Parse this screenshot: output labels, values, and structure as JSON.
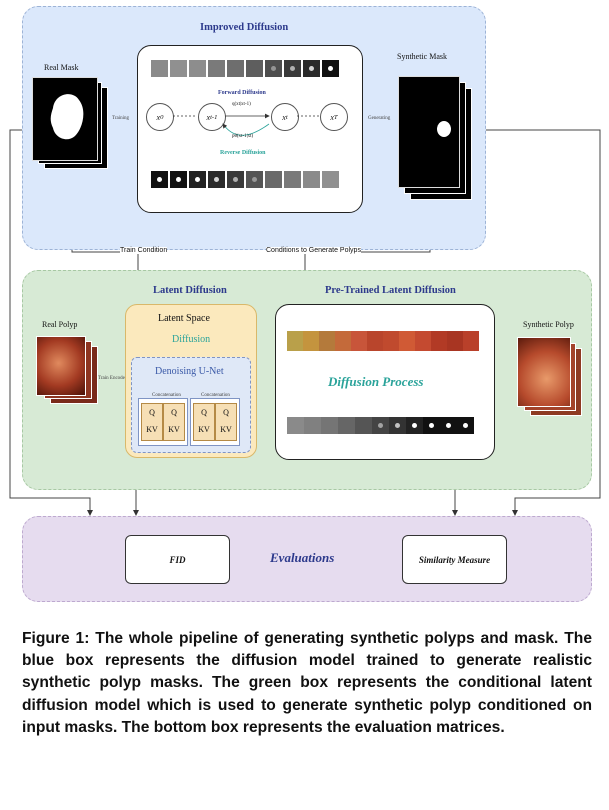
{
  "blue_panel": {
    "title": "Improved Diffusion",
    "real_mask_label": "Real Mask",
    "synthetic_mask_label": "Synthetic Mask",
    "training_label": "Training",
    "generating_label": "Generating",
    "forward_label": "Forward Diffusion",
    "reverse_label": "Reverse Diffusion",
    "forward_eq": "q(xt|xt-1)",
    "reverse_eq": "pθ(xt-1|xt)",
    "nodes": [
      "x0",
      "xt-1",
      "xt",
      "xT"
    ]
  },
  "connectors": {
    "train_condition": "Train Condition",
    "conditions_generate": "Conditions to Generate Polyps"
  },
  "green_panel": {
    "latent_diffusion_title": "Latent Diffusion",
    "pretrained_title": "Pre-Trained Latent Diffusion",
    "real_polyp_label": "Real Polyp",
    "synthetic_polyp_label": "Synthetic Polyp",
    "train_encoder_label": "Train Encoder",
    "latent_space_label": "Latent Space",
    "diffusion_label": "Diffusion",
    "unet_label": "Denoising U-Net",
    "concat_label": "Concatenation",
    "q_label": "Q",
    "kv_label": "KV",
    "process_label": "Diffusion Process"
  },
  "purple_panel": {
    "fid_label": "FID",
    "evaluations_label": "Evaluations",
    "similarity_label": "Similarity Measure"
  },
  "caption": "Figure 1: The whole pipeline of generating synthetic polyps and mask. The blue box represents the diffusion model trained to generate realistic synthetic polyp masks. The green box represents the conditional latent diffusion model which is used to generate synthetic polyp conditioned on input masks. The bottom box represents the evaluation matrices."
}
